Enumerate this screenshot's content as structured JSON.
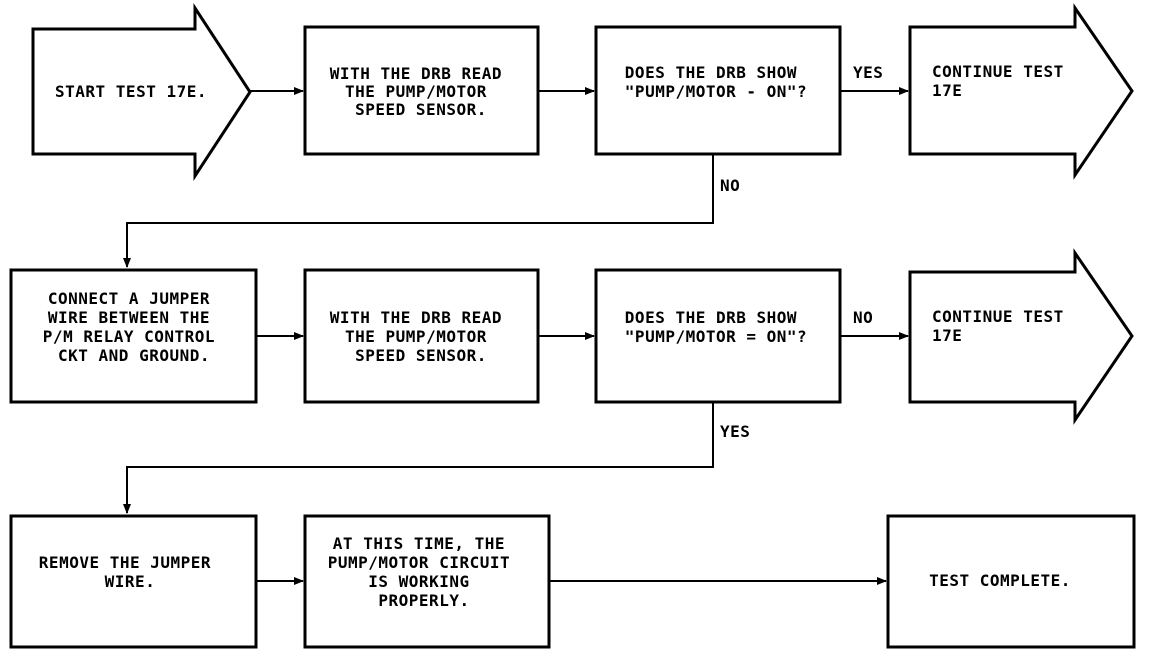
{
  "colors": {
    "stroke": "#000000",
    "background": "#ffffff"
  },
  "steps": {
    "start": "START TEST 17E.",
    "read_sensor_1": [
      "WITH THE DRB READ",
      "THE PUMP/MOTOR",
      "SPEED SENSOR."
    ],
    "question_1": [
      "DOES THE DRB SHOW",
      "\"PUMP/MOTOR - ON\"?"
    ],
    "continue_1": [
      "CONTINUE TEST",
      "17E"
    ],
    "connect_jumper": [
      "CONNECT A JUMPER",
      "WIRE BETWEEN THE",
      "P/M RELAY CONTROL",
      "CKT AND GROUND."
    ],
    "read_sensor_2": [
      "WITH THE DRB READ",
      "THE PUMP/MOTOR",
      "SPEED SENSOR."
    ],
    "question_2": [
      "DOES THE DRB SHOW",
      "\"PUMP/MOTOR = ON\"?"
    ],
    "continue_2": [
      "CONTINUE TEST",
      "17E"
    ],
    "remove_jumper": [
      "REMOVE THE JUMPER",
      "WIRE."
    ],
    "circuit_working": [
      "AT THIS TIME, THE",
      "PUMP/MOTOR CIRCUIT",
      "IS WORKING",
      "PROPERLY."
    ],
    "complete": "TEST COMPLETE."
  },
  "branch_labels": {
    "q1_yes": "YES",
    "q1_no": "NO",
    "q2_no": "NO",
    "q2_yes": "YES"
  }
}
